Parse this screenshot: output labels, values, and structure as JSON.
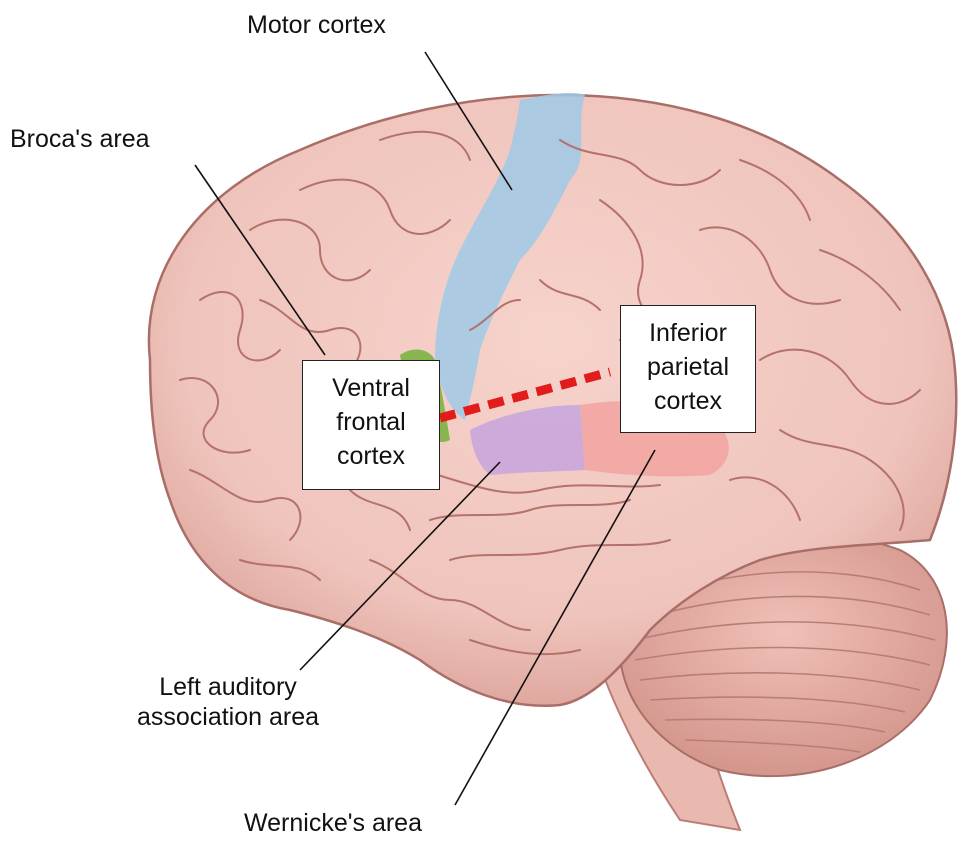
{
  "labels": {
    "motor_cortex": "Motor cortex",
    "brocas_area": "Broca's area",
    "left_auditory_line1": "Left auditory",
    "left_auditory_line2": "association area",
    "wernickes_area": "Wernicke's area"
  },
  "boxes": {
    "ventral_frontal": [
      "Ventral",
      "frontal",
      "cortex"
    ],
    "inferior_parietal": [
      "Inferior",
      "parietal",
      "cortex"
    ]
  },
  "colors": {
    "brain": "#efc4bc",
    "brain_shadow": "#d89a92",
    "gyrus_line": "#b5726c",
    "motor_cortex": "#9fc9e6",
    "brocas_area": "#7cb342",
    "auditory_area": "#c9a6dc",
    "wernickes_area": "#f2a3a0",
    "dashed_line": "#e21b1b",
    "cerebellum": "#e8b2a9",
    "leader_line": "#111111"
  }
}
